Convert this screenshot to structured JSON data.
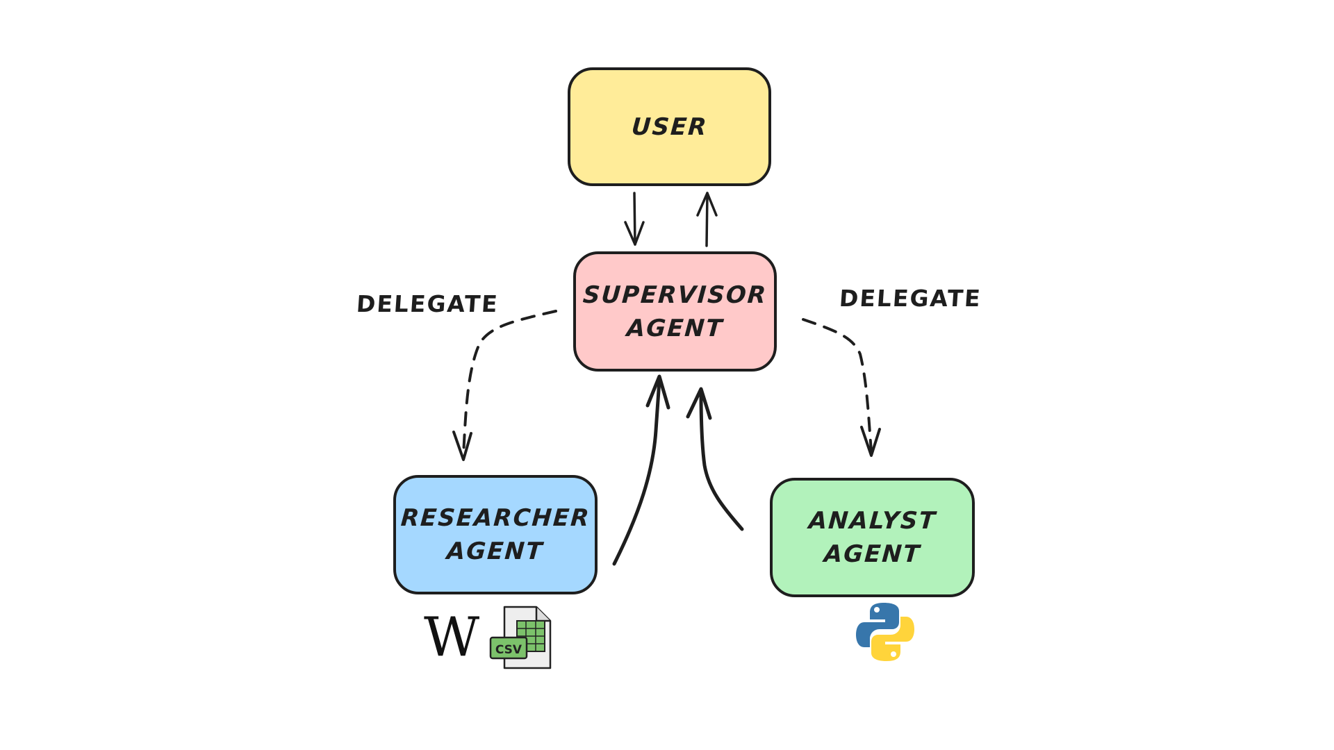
{
  "nodes": {
    "user": {
      "lines": [
        "USER"
      ],
      "color": "#ffec99"
    },
    "supervisor": {
      "lines": [
        "SUPERVISOR",
        "AGENT"
      ],
      "color": "#ffc9c9"
    },
    "researcher": {
      "lines": [
        "RESEARCHER",
        "AGENT"
      ],
      "color": "#a5d8ff"
    },
    "analyst": {
      "lines": [
        "ANALYST",
        "AGENT"
      ],
      "color": "#b2f2bb"
    }
  },
  "edges": [
    {
      "from": "user",
      "to": "supervisor",
      "style": "solid",
      "label": ""
    },
    {
      "from": "supervisor",
      "to": "user",
      "style": "solid",
      "label": ""
    },
    {
      "from": "supervisor",
      "to": "researcher",
      "style": "dashed",
      "label": "DELEGATE"
    },
    {
      "from": "supervisor",
      "to": "analyst",
      "style": "dashed",
      "label": "DELEGATE"
    },
    {
      "from": "researcher",
      "to": "supervisor",
      "style": "solid",
      "label": ""
    },
    {
      "from": "analyst",
      "to": "supervisor",
      "style": "solid",
      "label": ""
    }
  ],
  "labels": {
    "left": "DELEGATE",
    "right": "DELEGATE"
  },
  "tools": {
    "researcher": [
      "wikipedia-icon",
      "csv-file-icon"
    ],
    "analyst": [
      "python-icon"
    ],
    "wiki_glyph": "W",
    "csv_text": "CSV"
  },
  "stroke_color": "#1e1e1e"
}
